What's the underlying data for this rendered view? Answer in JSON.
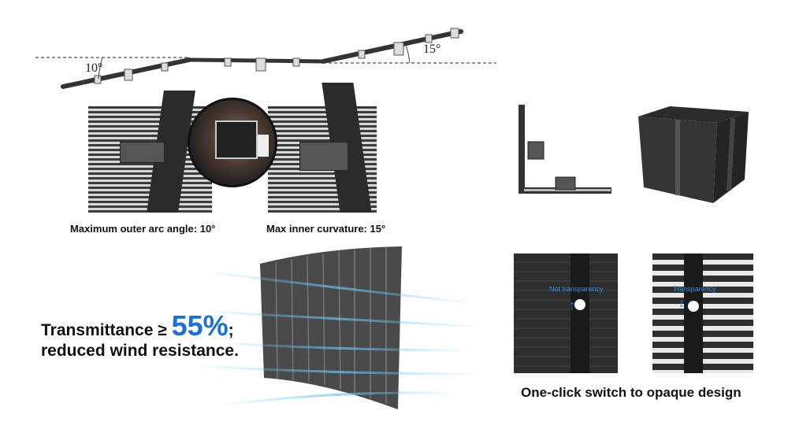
{
  "arc": {
    "left_angle": "10°",
    "right_angle": "15°"
  },
  "captions": {
    "outer": "Maximum outer arc angle: 10°",
    "inner": "Max inner curvature: 15°"
  },
  "transmittance": {
    "prefix": "Transmittance ≥ ",
    "value": "55%",
    "suffix": ";",
    "line2": "reduced wind resistance."
  },
  "switch": {
    "not_transparency": "Not transparency",
    "transparency": "Transparency",
    "caption": "One-click switch to opaque design"
  },
  "colors": {
    "accent": "#1d6fd8",
    "panel": "#3a3a3a",
    "wind": "#6cc4f0"
  }
}
